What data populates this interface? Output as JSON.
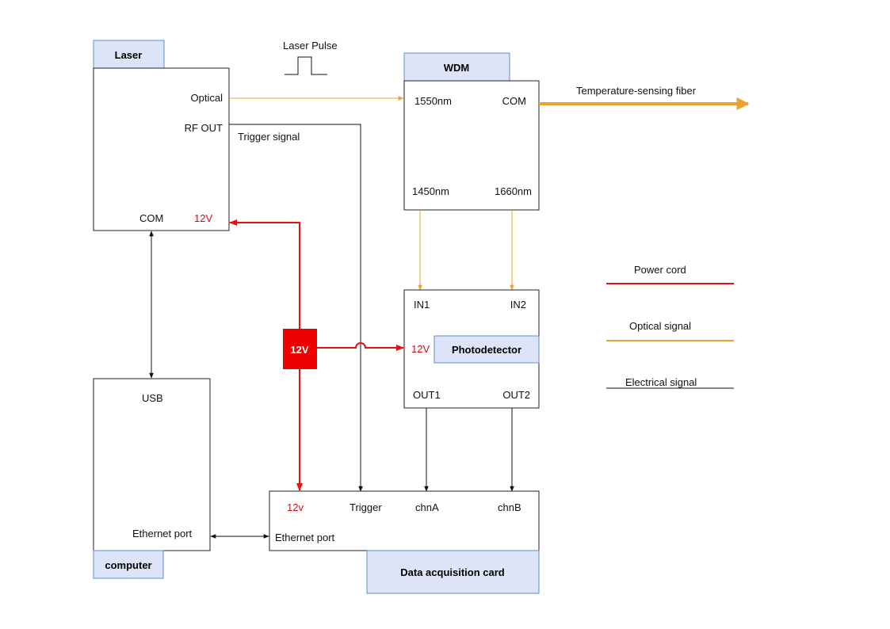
{
  "laser": {
    "title": "Laser",
    "optical": "Optical",
    "rf_out": "RF OUT",
    "com": "COM",
    "v12": "12V"
  },
  "pulse": {
    "label": "Laser Pulse"
  },
  "wdm": {
    "title": "WDM",
    "p1550": "1550nm",
    "com": "COM",
    "p1450": "1450nm",
    "p1660": "1660nm"
  },
  "fiber": {
    "label": "Temperature-sensing fiber"
  },
  "trigger": {
    "label": "Trigger signal"
  },
  "power_supply": {
    "label": "12V"
  },
  "photodetector": {
    "title": "Photodetector",
    "in1": "IN1",
    "in2": "IN2",
    "v12": "12V",
    "out1": "OUT1",
    "out2": "OUT2"
  },
  "computer": {
    "title": "computer",
    "usb": "USB",
    "ethernet": "Ethernet port"
  },
  "daq": {
    "title": "Data acquisition card",
    "v12": "12v",
    "trigger": "Trigger",
    "chnA": "chnA",
    "chnB": "chnB",
    "ethernet": "Ethernet port"
  },
  "legend": {
    "power": "Power cord",
    "optical": "Optical signal",
    "electrical": "Electrical signal"
  },
  "colors": {
    "power": "#e81010",
    "optical": "#f0a030",
    "electrical": "#111111",
    "tag_fill": "#dde4f7",
    "tag_border": "#5b8fc8"
  }
}
